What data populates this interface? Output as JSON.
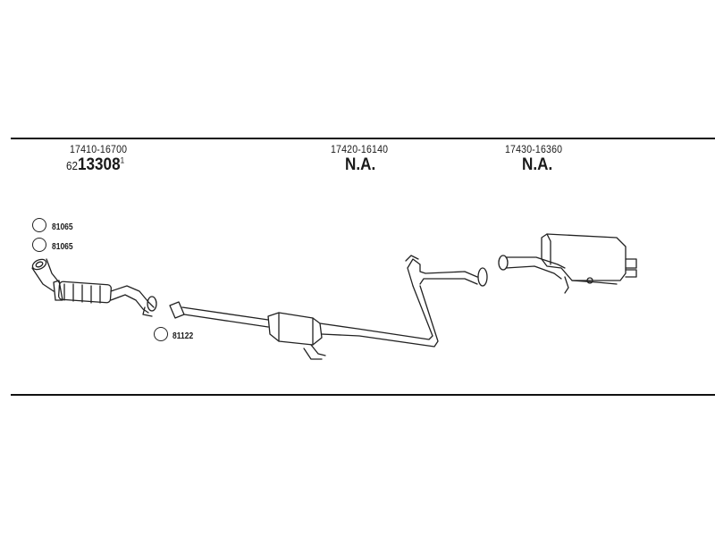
{
  "parts": [
    {
      "part_number": "17410-16700",
      "prefix": "62",
      "code": "13308",
      "suffix": "1"
    },
    {
      "part_number": "17420-16140",
      "code": "N.A."
    },
    {
      "part_number": "17430-16360",
      "code": "N.A."
    }
  ],
  "seals": [
    {
      "code": "81065"
    },
    {
      "code": "81065"
    },
    {
      "code": "81122"
    }
  ]
}
